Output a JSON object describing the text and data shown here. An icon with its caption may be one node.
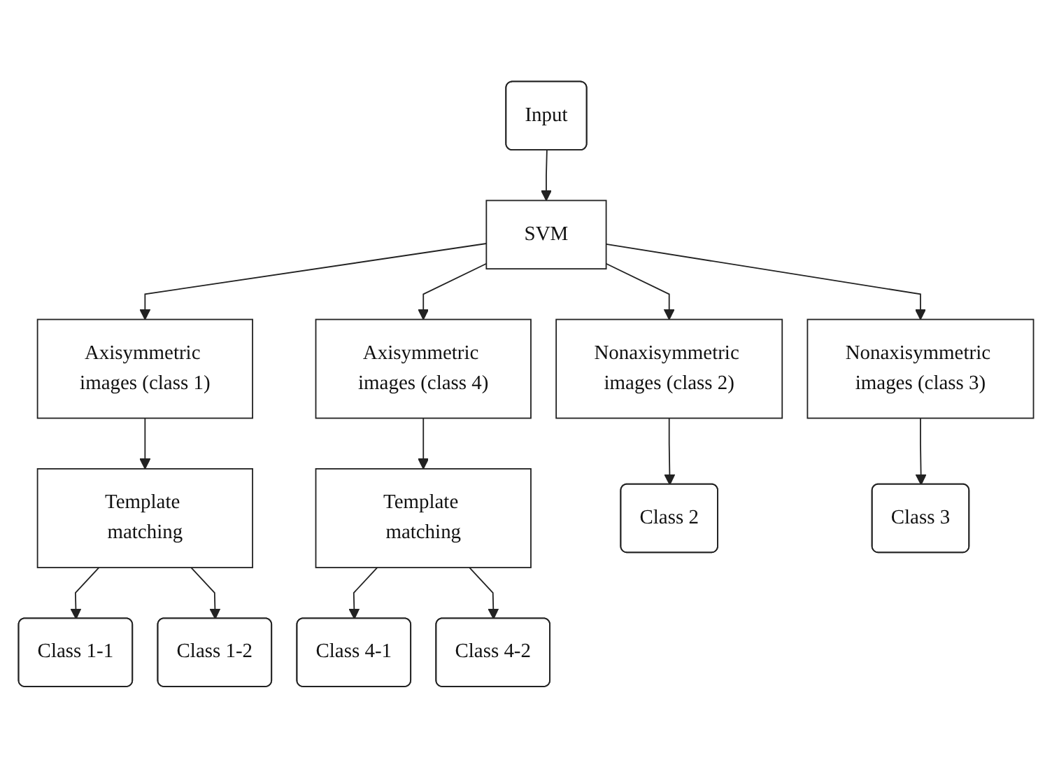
{
  "diagram": {
    "nodes": [
      {
        "text": [
          "Input"
        ]
      },
      {
        "text": [
          "SVM"
        ]
      },
      {
        "text": [
          "Axisymmetric images (class 1)"
        ]
      },
      {
        "text": [
          "Nonaxisymmetric images (class 2)"
        ]
      },
      {
        "text": [
          "Nonaxisymmetric images (class 3)"
        ]
      },
      {
        "text": [
          "Axisymmetric images (class 4)"
        ]
      },
      {
        "text": [
          "Template matching"
        ]
      },
      {
        "text": [
          "Template matching"
        ]
      },
      {
        "text": [
          "Class 1-1"
        ]
      },
      {
        "text": [
          "Class 1-2"
        ]
      },
      {
        "text": [
          "Class 2"
        ]
      },
      {
        "text": [
          "Class 3"
        ]
      },
      {
        "text": [
          "Class 4-1"
        ]
      },
      {
        "text": [
          "Class 4-2"
        ]
      }
    ],
    "edges": [
      {
        "from": 0,
        "to": 1,
        "arrow": "to"
      },
      {
        "from": 1,
        "to": 2,
        "arrow": "to"
      },
      {
        "from": 1,
        "to": 3,
        "arrow": "to"
      },
      {
        "from": 1,
        "to": 4,
        "arrow": "to"
      },
      {
        "from": 1,
        "to": 5,
        "arrow": "to"
      },
      {
        "from": 2,
        "to": 6,
        "arrow": "to"
      },
      {
        "from": 5,
        "to": 7,
        "arrow": "to"
      },
      {
        "from": 3,
        "to": 10,
        "arrow": "to"
      },
      {
        "from": 4,
        "to": 11,
        "arrow": "to"
      },
      {
        "from": 6,
        "to": 8,
        "arrow": "to"
      },
      {
        "from": 6,
        "to": 9,
        "arrow": "to"
      },
      {
        "from": 7,
        "to": 12,
        "arrow": "to"
      },
      {
        "from": 7,
        "to": 13,
        "arrow": "to"
      }
    ]
  }
}
